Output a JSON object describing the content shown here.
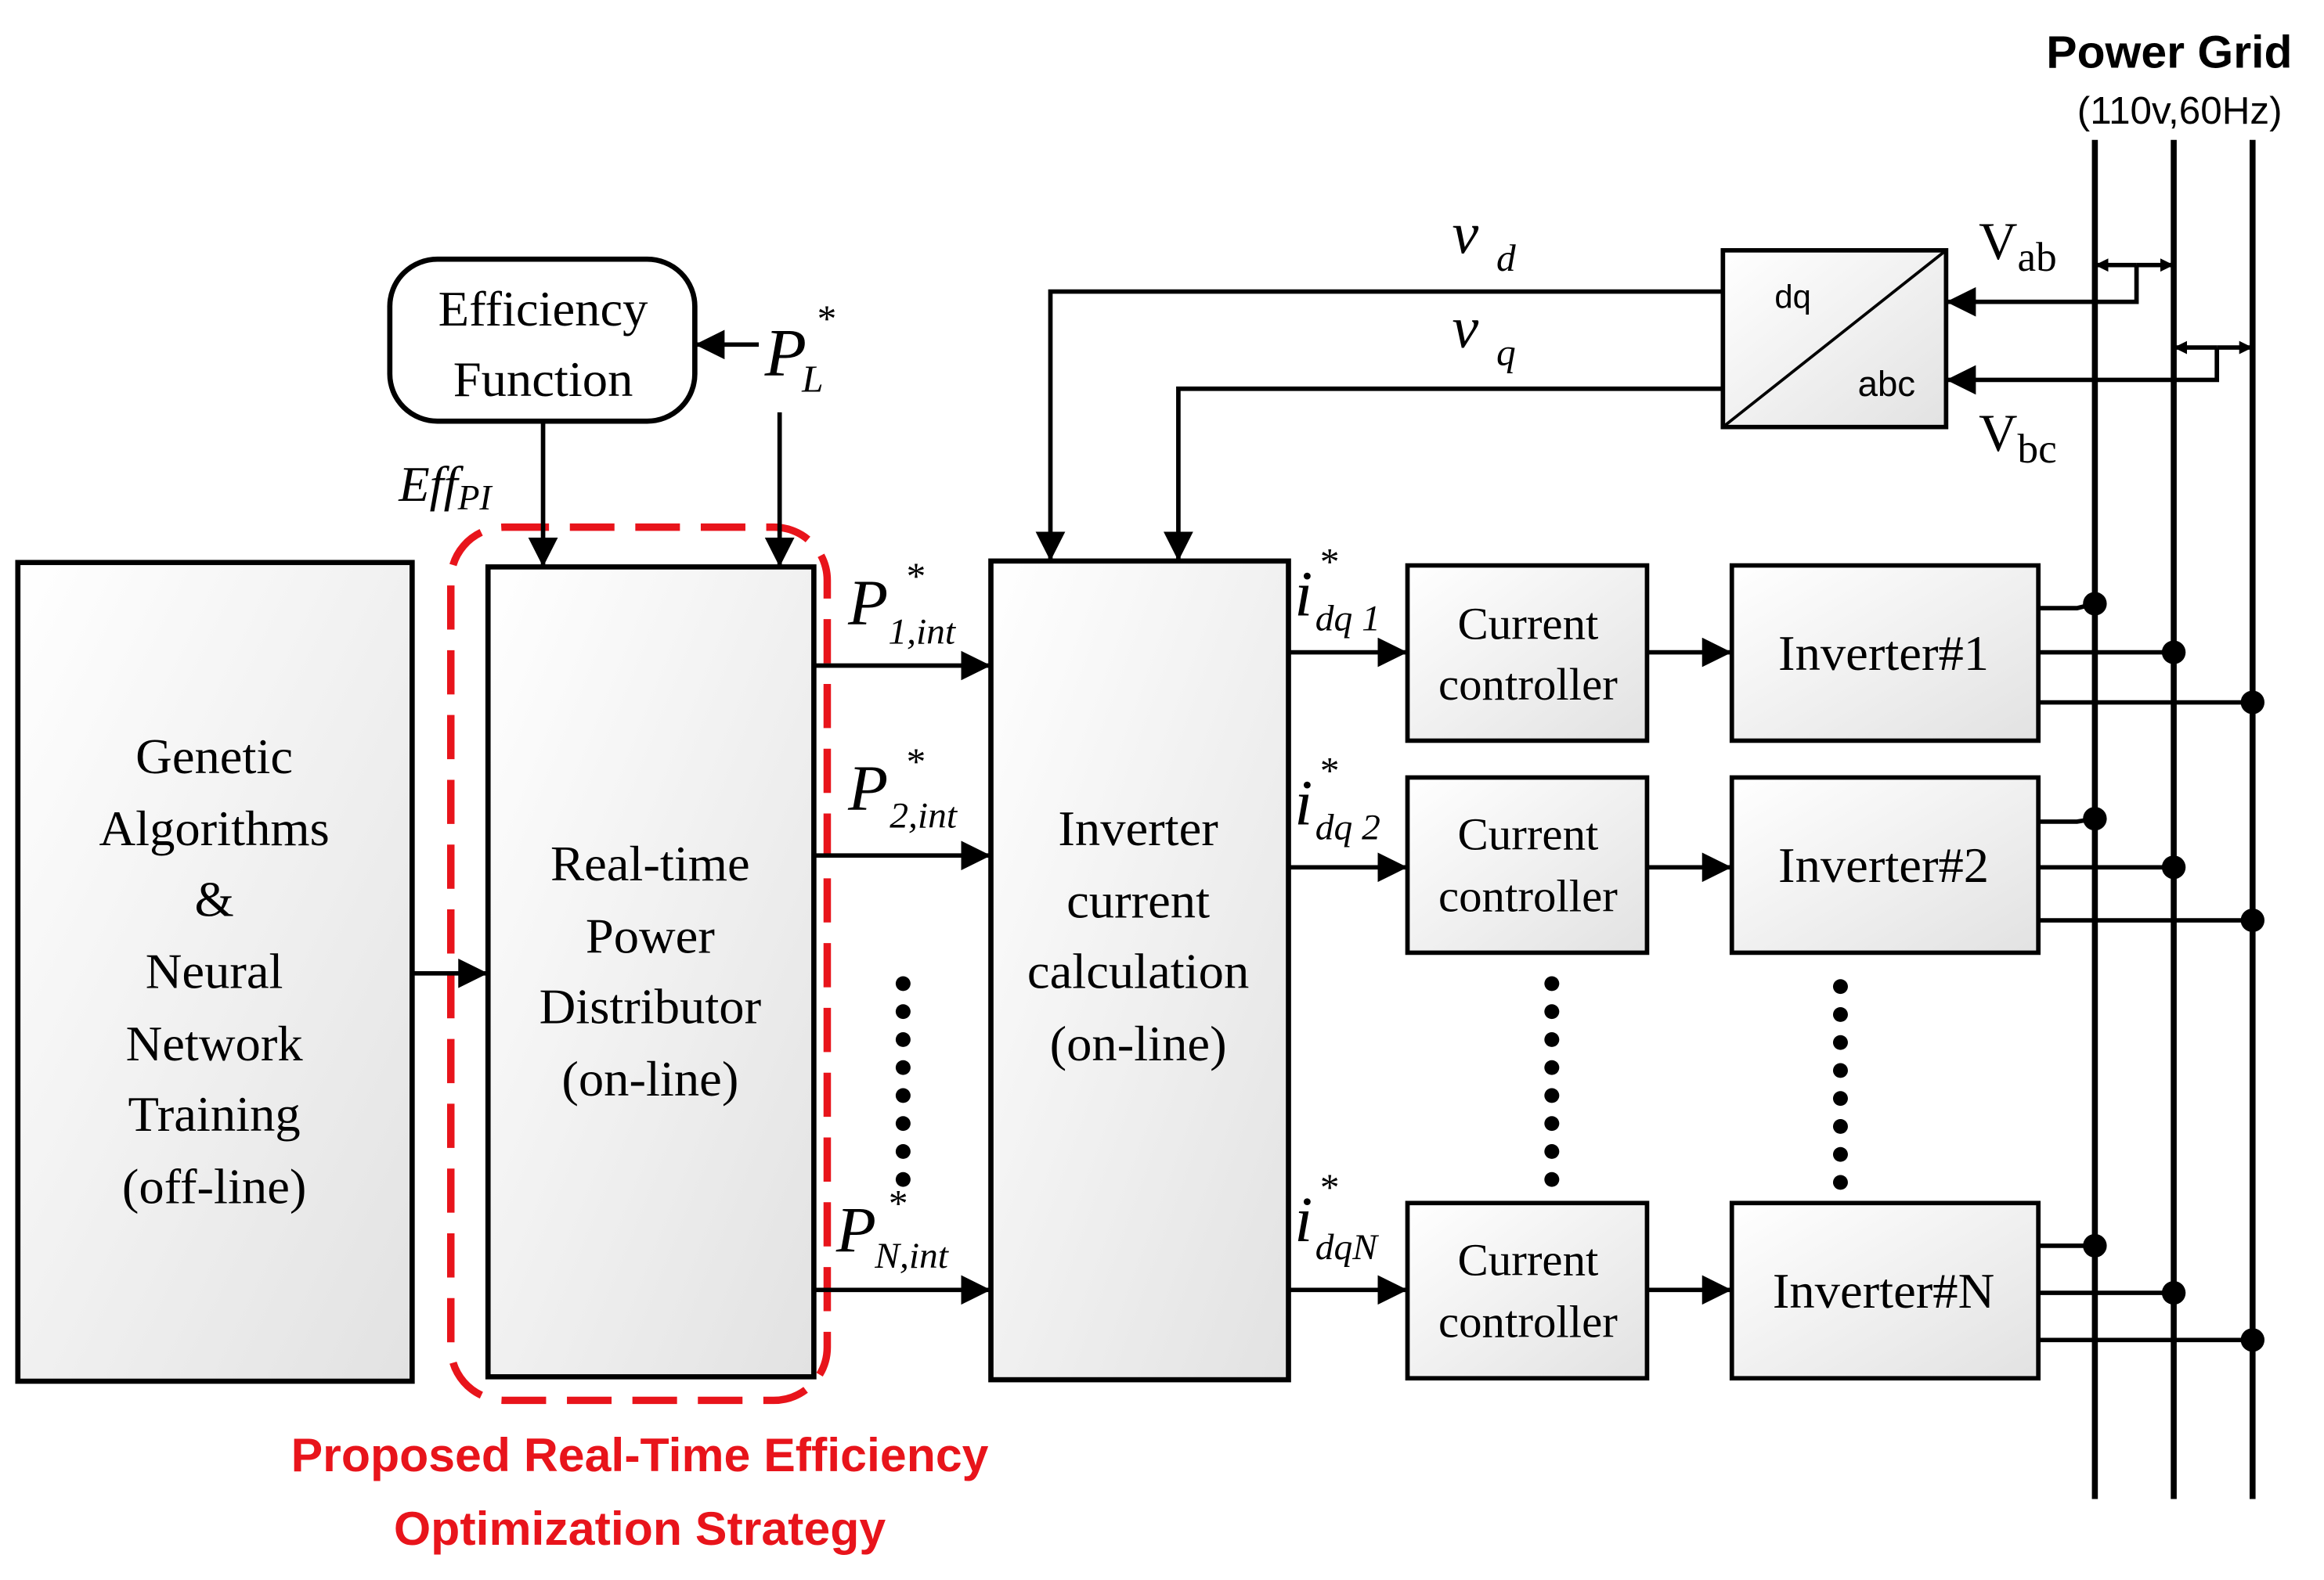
{
  "grid": {
    "title": "Power Grid",
    "spec": "(110v,60Hz)"
  },
  "blocks": {
    "ga": [
      "Genetic",
      "Algorithms",
      "&",
      "Neural",
      "Network",
      "Training",
      "(off-line)"
    ],
    "rtpd": [
      "Real-time",
      "Power",
      "Distributor",
      "(on-line)"
    ],
    "icc": [
      "Inverter",
      "current",
      "calculation",
      "(on-line)"
    ],
    "eff": [
      "Efficiency",
      "Function"
    ],
    "dqabc": {
      "top": "dq",
      "bottom": "abc"
    },
    "controllers": [
      {
        "line1": "Current",
        "line2": "controller"
      },
      {
        "line1": "Current",
        "line2": "controller"
      },
      {
        "line1": "Current",
        "line2": "controller"
      }
    ],
    "inverters": [
      "Inverter#1",
      "Inverter#2",
      "Inverter#N"
    ]
  },
  "signals": {
    "vd": {
      "base": "v",
      "sub": "d"
    },
    "vq": {
      "base": "v",
      "sub": "q"
    },
    "vab": {
      "base": "V",
      "sub": "ab"
    },
    "vbc": {
      "base": "V",
      "sub": "bc"
    },
    "pl": {
      "base": "P",
      "sub": "L",
      "sup": "*"
    },
    "eff": {
      "base": "Eff",
      "sub": "PI"
    },
    "p_int": [
      {
        "base": "P",
        "sub": "1,int",
        "sup": "*"
      },
      {
        "base": "P",
        "sub": "2,int",
        "sup": "*"
      },
      {
        "base": "P",
        "sub": "N,int",
        "sup": "*"
      }
    ],
    "i_dq": [
      {
        "base": "i",
        "sub": "dq 1",
        "sup": "*"
      },
      {
        "base": "i",
        "sub": "dq 2",
        "sup": "*"
      },
      {
        "base": "i",
        "sub": "dqN",
        "sup": "*"
      }
    ]
  },
  "strategy": {
    "line1": "Proposed Real-Time Efficiency",
    "line2": "Optimization Strategy",
    "color": "#e8141b"
  }
}
